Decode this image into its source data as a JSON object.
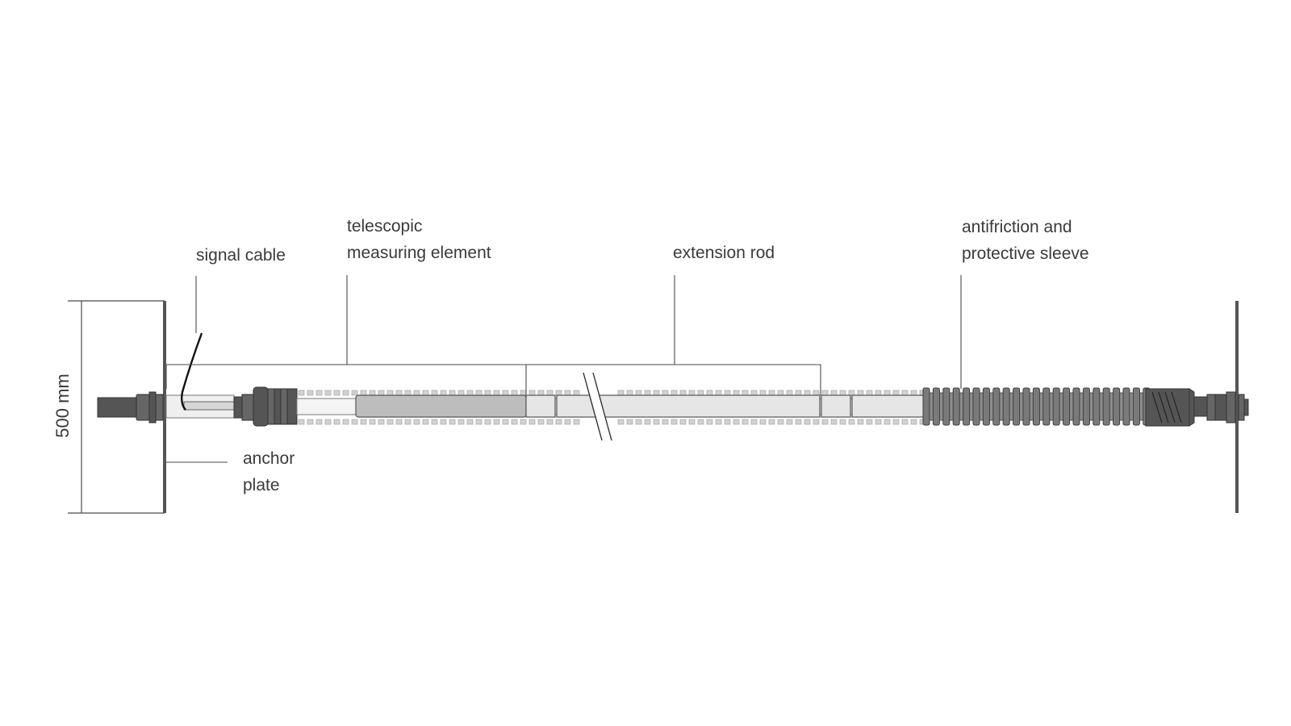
{
  "labels": {
    "signal_cable": "signal cable",
    "telescopic_line1": "telescopic",
    "telescopic_line2": "measuring element",
    "extension_rod": "extension rod",
    "sleeve_line1": "antifriction and",
    "sleeve_line2": "protective sleeve",
    "anchor_line1": "anchor",
    "anchor_line2": "plate"
  },
  "dimension": {
    "height_label": "500 mm"
  },
  "colors": {
    "line": "#4a4a4a",
    "dark_part": "#555555",
    "measuring_element": "#bdbdbd",
    "rod_fill": "#e6e6e6",
    "corrugation": "#d2d2d2",
    "sleeve": "#8c8c8c",
    "cable": "#111111"
  }
}
